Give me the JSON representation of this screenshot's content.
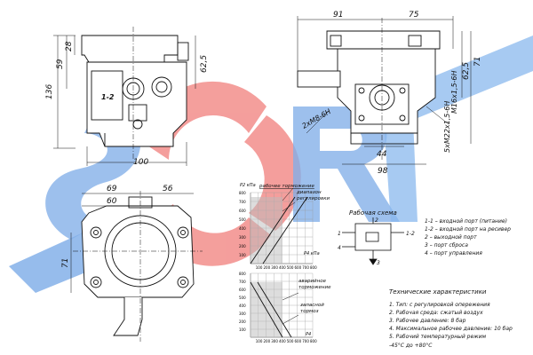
{
  "watermark": {
    "text": "SORL",
    "colors": {
      "s": "#1f6fd6",
      "o": "#e8302c",
      "r": "#1f6fd6",
      "l": "#2a7fe0"
    }
  },
  "top_view": {
    "dims": {
      "w28": "28",
      "w59": "59",
      "w136": "136",
      "w62_5": "62,5",
      "w100": "100"
    },
    "port_label": "1-2"
  },
  "side_view": {
    "dims": {
      "w91": "91",
      "w75": "75",
      "w62_5": "62,5",
      "w71": "71",
      "w44": "44",
      "w98": "98"
    },
    "thread_a": "2xM8-6H",
    "thread_b": "M16x1,5-6H",
    "thread_c": "5xM22x1,5-6H"
  },
  "bottom_view": {
    "dims": {
      "w69": "69",
      "w56": "56",
      "w60": "60",
      "w71": "71"
    }
  },
  "chart1": {
    "series_label": "рабочее торможение",
    "range_label": [
      "диапазон",
      "регулировки"
    ],
    "y_unit": "P2 кПа",
    "x_unit": "P4 кПа"
  },
  "chart2": {
    "series_label": [
      "аварийное",
      "торможение"
    ],
    "zone_label": [
      "запасной",
      "тормоз"
    ],
    "x_unit": "P4"
  },
  "chart_data": [
    {
      "type": "line",
      "x_ticks": [
        "100",
        "200",
        "300",
        "400",
        "500",
        "600",
        "700",
        "800"
      ],
      "y_ticks": [
        "800",
        "700",
        "600",
        "500",
        "400",
        "300",
        "200",
        "100"
      ],
      "xlim": [
        0,
        800
      ],
      "ylim": [
        0,
        800
      ]
    },
    {
      "type": "line",
      "x_ticks": [
        "100",
        "200",
        "300",
        "400",
        "500",
        "600",
        "700",
        "800"
      ],
      "y_ticks": [
        "800",
        "700",
        "600",
        "500",
        "400",
        "300",
        "200",
        "100"
      ],
      "xlim": [
        0,
        800
      ],
      "ylim": [
        0,
        800
      ]
    }
  ],
  "scheme": {
    "title": "Рабочая схема",
    "port1": "1",
    "port12": "1-2",
    "port2": "2",
    "port4": "4",
    "port3": "3"
  },
  "legend": [
    "1-1 – входной порт (питание)",
    "1-2 – входной порт на ресивер",
    "2 – выходной порт",
    "3 – порт сброса",
    "4 – порт управления"
  ],
  "specs": {
    "title": "Технические характеристики",
    "items": [
      "1. Тип: с регулировкой опережения",
      "2. Рабочая среда: сжатый воздух",
      "3. Рабочее давление: 8 бар",
      "4. Максимальное рабочее давление: 10 бар",
      "5. Рабочий температурный режим",
      "-45°С до +80°С"
    ]
  }
}
